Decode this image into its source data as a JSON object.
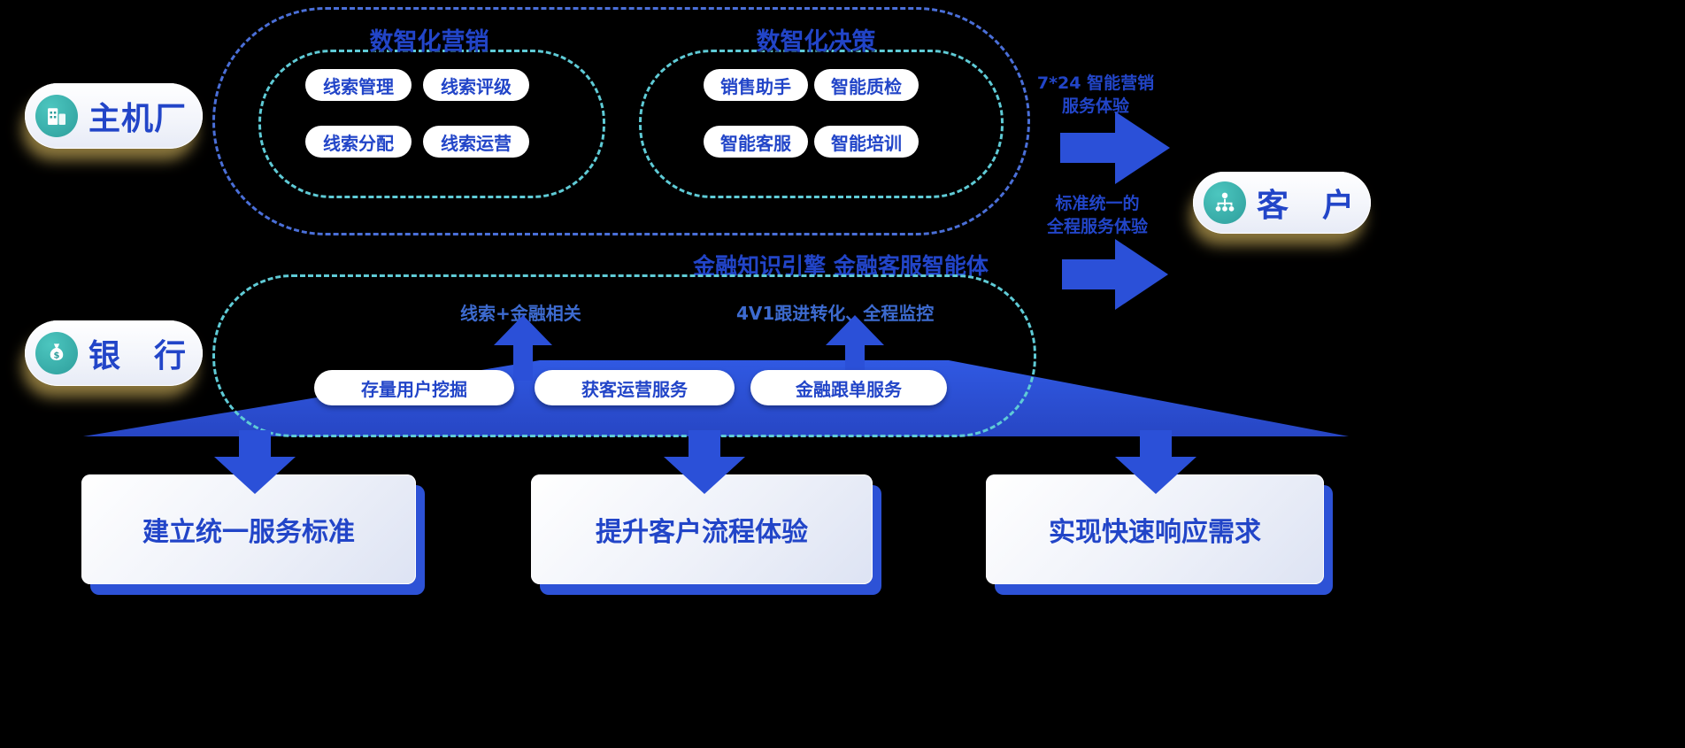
{
  "colors": {
    "accent": "#2b50d8",
    "accent-dark": "#2443b8",
    "text-blue": "#2245c8",
    "note-blue": "#3d6bd0",
    "dash-outer": "#4a6fd8",
    "dash-inner": "#5fcbd6",
    "teal": "#35b1ad",
    "card-shadow": "#2d52d6"
  },
  "actors": {
    "oem": {
      "label": "主机厂"
    },
    "bank": {
      "label": "银　行"
    },
    "customer": {
      "label": "客　户"
    }
  },
  "oem_zone": {
    "marketing": {
      "title": "数智化营销",
      "pills": [
        "线索管理",
        "线索评级",
        "线索分配",
        "线索运营"
      ]
    },
    "decision": {
      "title": "数智化决策",
      "pills": [
        "销售助手",
        "智能质检",
        "智能客服",
        "智能培训"
      ]
    }
  },
  "engine_text": "金融知识引擎 金融客服智能体",
  "bank_zone": {
    "note_left": "线索+金融相关",
    "note_right": "4V1跟进转化、全程监控",
    "pills": [
      "存量用户挖掘",
      "获客运营服务",
      "金融跟单服务"
    ]
  },
  "customer_arrows": [
    {
      "line1": "7*24 智能营销",
      "line2": "服务体验"
    },
    {
      "line1": "标准统一的",
      "line2": "全程服务体验"
    }
  ],
  "goals": [
    "建立统一服务标准",
    "提升客户流程体验",
    "实现快速响应需求"
  ]
}
